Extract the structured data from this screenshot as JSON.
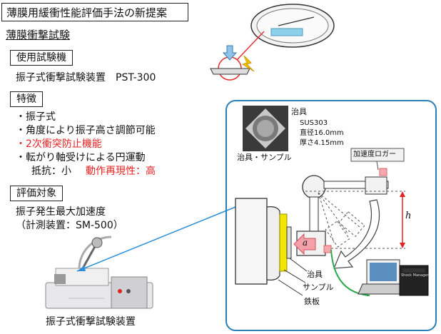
{
  "title": "薄膜用緩衝性能評価手法の新提案",
  "subtitle": "薄膜衝撃試験",
  "sections": {
    "machine": {
      "label": "使用試験機",
      "text": "振子式衝撃試験装置　PST-300"
    },
    "features": {
      "label": "特徴",
      "items": [
        {
          "text": "・振子式"
        },
        {
          "text": "・角度により振子高さ調節可能"
        },
        {
          "text": "・2次衝突防止機能"
        },
        {
          "text": "・転がり軸受けによる円運動"
        }
      ],
      "resistance_label": "抵抗：小",
      "reproducibility_label": "動作再現性：高"
    },
    "evaluation": {
      "label": "評価対象",
      "text": "振子発生最大加速度",
      "note": "（計測装置：SM-500）"
    }
  },
  "photo_caption": "振子式衝撃試験装置",
  "panel": {
    "jig_title": "治具",
    "jig_material": "SUS303",
    "jig_diameter": "直径16.0mm",
    "jig_thickness": "厚さ4.15mm",
    "jig_sample_caption": "治具・サンプル",
    "logger_label": "加速度ロガー",
    "height_symbol": "h",
    "accel_symbol": "a",
    "callout_jig": "治具",
    "callout_sample": "サンプル",
    "callout_plate": "鉄板",
    "shock_manager_label": "Shock Manager"
  },
  "colors": {
    "accent_red": "#e52222",
    "panel_border": "#2b7fb8",
    "sample_yellow": "#f2e600",
    "arrow_pink": "#f4a0a8",
    "cable_green": "#2aa84a"
  }
}
